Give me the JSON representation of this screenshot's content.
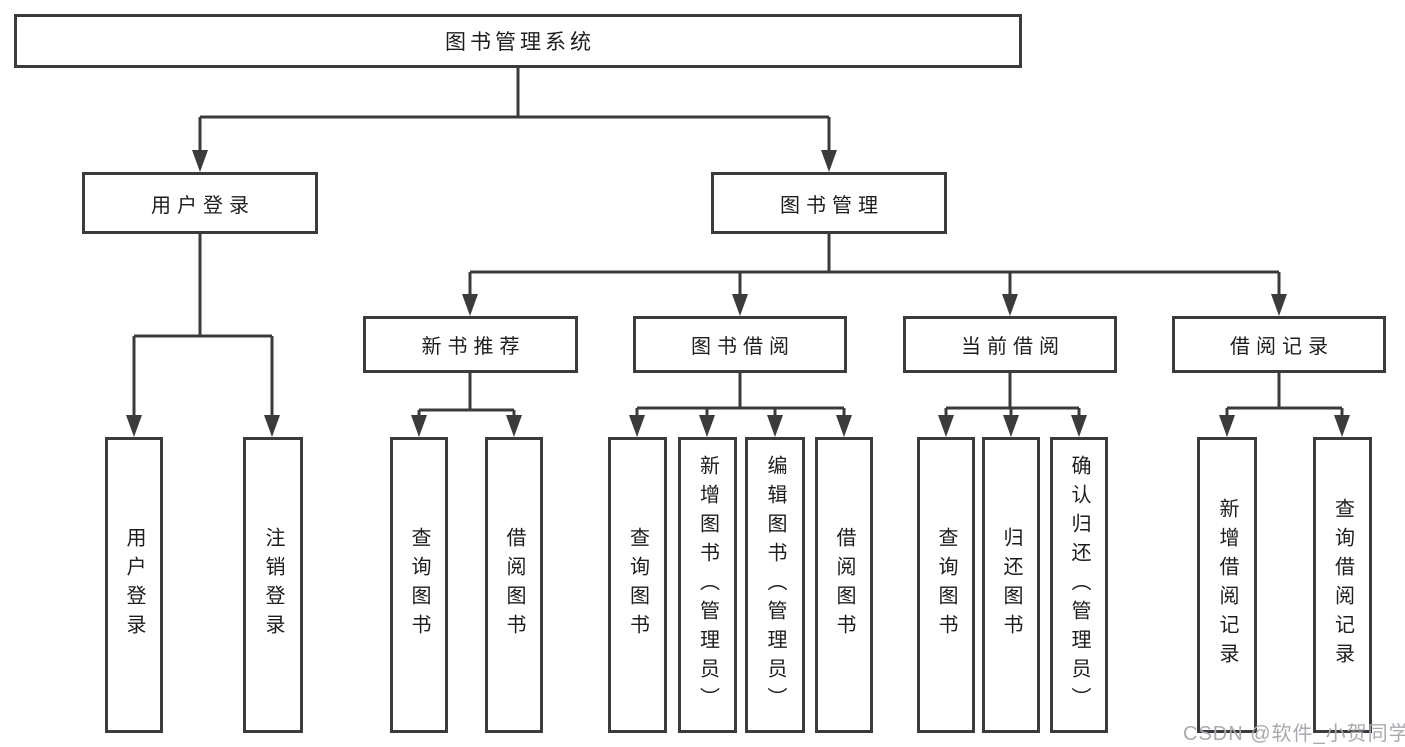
{
  "tree": {
    "label": "图书管理系统",
    "children": [
      {
        "label": "用户登录",
        "children": [
          {
            "label": "用户登录"
          },
          {
            "label": "注销登录"
          }
        ]
      },
      {
        "label": "图书管理",
        "children": [
          {
            "label": "新书推荐",
            "children": [
              {
                "label": "查询图书"
              },
              {
                "label": "借阅图书"
              }
            ]
          },
          {
            "label": "图书借阅",
            "children": [
              {
                "label": "查询图书"
              },
              {
                "label": "新增图书（管理员）"
              },
              {
                "label": "编辑图书（管理员）"
              },
              {
                "label": "借阅图书"
              }
            ]
          },
          {
            "label": "当前借阅",
            "children": [
              {
                "label": "查询图书"
              },
              {
                "label": "归还图书"
              },
              {
                "label": "确认归还（管理员）"
              }
            ]
          },
          {
            "label": "借阅记录",
            "children": [
              {
                "label": "新增借阅记录"
              },
              {
                "label": "查询借阅记录"
              }
            ]
          }
        ]
      }
    ]
  },
  "watermark": "CSDN @软件_小贺同学",
  "colors": {
    "stroke": "#3b3b3b",
    "text": "#1d1d1d",
    "watermark_text": "#a9a9b0",
    "background": "#ffffff"
  }
}
